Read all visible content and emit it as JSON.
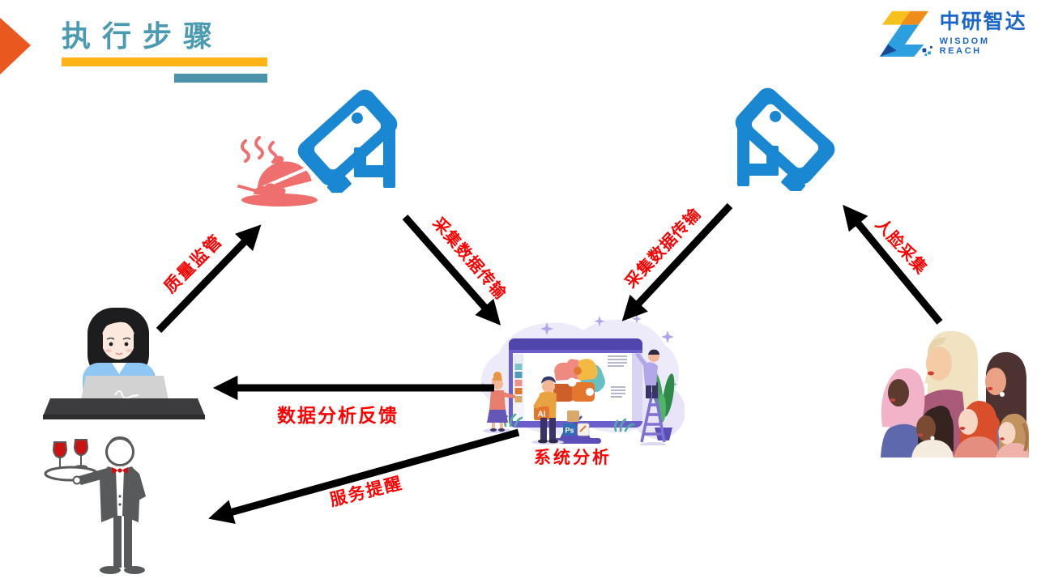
{
  "header": {
    "title": "执行步骤",
    "colors": {
      "title": "#4a9bb1",
      "underline_yellow": "#fcb515",
      "underline_teal": "#4a93aa",
      "chevron": "#e8581f"
    }
  },
  "logo": {
    "name": "中研智达",
    "tagline": "WISDOM REACH",
    "color": "#1b66c9"
  },
  "diagram": {
    "arrow_color": "#000000",
    "label_color": "#fe0000",
    "labels": {
      "quality_supervision": "质量监管",
      "data_transfer_left": "采集数据传输",
      "data_transfer_right": "采集数据传输",
      "face_capture": "人脸采集",
      "analysis_feedback": "数据分析反馈",
      "service_reminder": "服务提醒",
      "system_analysis": "系统分析"
    },
    "icons": {
      "camera_color": "#1987d2",
      "dish_color": "#ef6e6e",
      "waiter_gray": "#58595b",
      "wine_red": "#cc1111"
    },
    "system_illustration": {
      "ai_box": "AI",
      "ps_box": "Ps"
    }
  }
}
